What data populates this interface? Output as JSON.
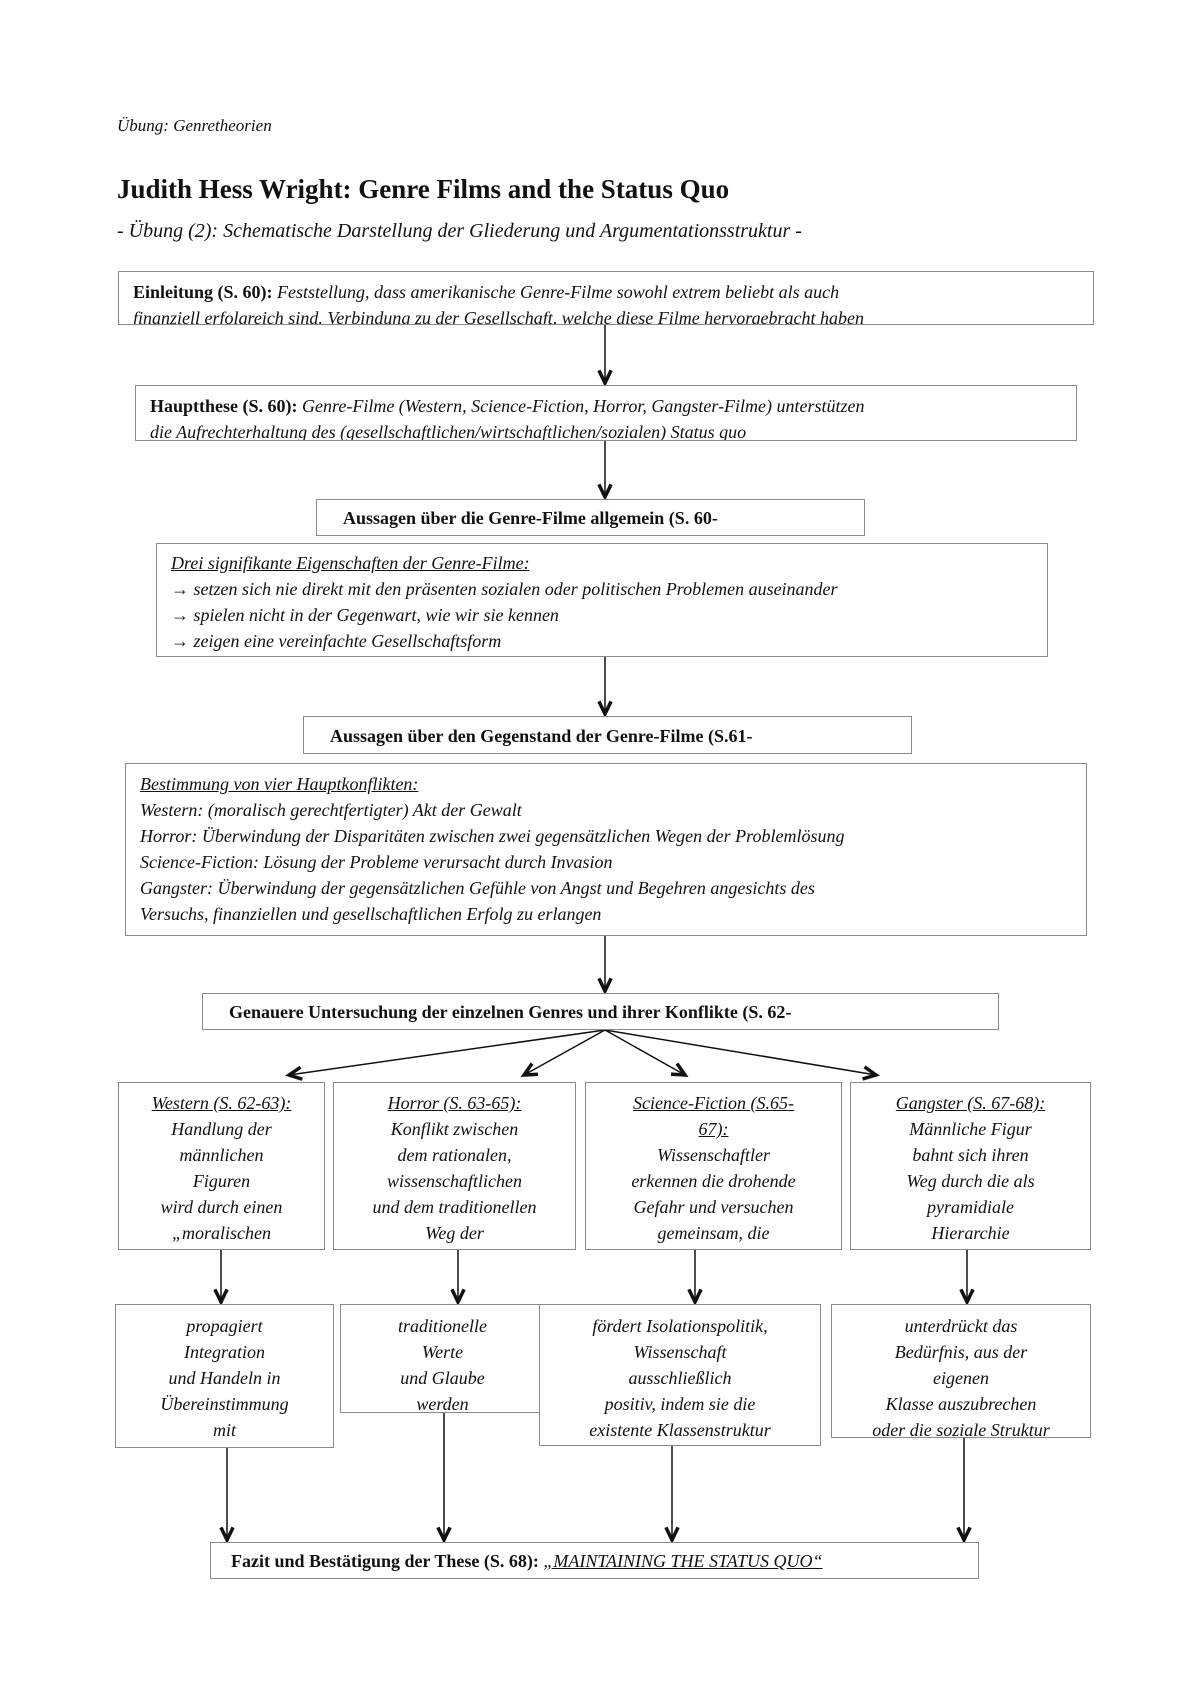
{
  "header": {
    "course": "Übung: Genretheorien",
    "title": "Judith Hess Wright: Genre Films and the Status Quo",
    "subtitle": "- Übung (2): Schematische Darstellung der Gliederung und Argumentationsstruktur -"
  },
  "intro": {
    "label": "Einleitung (S. 60)",
    "lines": [
      "Feststellung, dass amerikanische Genre-Filme sowohl extrem beliebt als auch",
      "finanziell erfolgreich sind. Verbindung zu der Gesellschaft, welche diese Filme hervorgebracht haben"
    ]
  },
  "thesis": {
    "label": "Hauptthese (S. 60)",
    "lines": [
      "Genre-Filme (Western, Science-Fiction, Horror, Gangster-Filme) unterstützen",
      "die Aufrechterhaltung des (gesellschaftlichen/wirtschaftlichen/sozialen) Status quo"
    ]
  },
  "general": {
    "heading": "Aussagen über die Genre-Filme allgemein (S. 60-",
    "list_title": "Drei signifikante Eigenschaften der Genre-Filme:",
    "bullet": "→",
    "items": [
      "setzen sich nie direkt mit den präsenten sozialen oder politischen Problemen auseinander",
      "spielen nicht in der Gegenwart, wie wir sie kennen",
      "zeigen eine vereinfachte Gesellschaftsform"
    ]
  },
  "subject": {
    "heading": "Aussagen über den Gegenstand der Genre-Filme (S.61-",
    "list_title": "Bestimmung von vier Hauptkonflikten:",
    "lines": [
      "Western: (moralisch gerechtfertigter) Akt der Gewalt",
      "Horror: Überwindung der Disparitäten zwischen zwei gegensätzlichen Wegen der Problemlösung",
      "Science-Fiction: Lösung der Probleme verursacht durch Invasion",
      "Gangster: Überwindung der gegensätzlichen Gefühle von Angst und Begehren angesichts des",
      "Versuchs, finanziellen und gesellschaftlichen Erfolg zu erlangen"
    ]
  },
  "detail": {
    "heading": "Genauere Untersuchung der einzelnen Genres und ihrer Konflikte (S. 62-"
  },
  "genres": [
    {
      "title": [
        "Western (S. 62-63):"
      ],
      "lines": [
        "Handlung der",
        "männlichen",
        "Figuren",
        "wird durch einen",
        "„moralischen"
      ],
      "result": [
        "propagiert",
        "Integration",
        "und Handeln in",
        "Übereinstimmung",
        "mit"
      ]
    },
    {
      "title": [
        "Horror (S. 63-65):"
      ],
      "lines": [
        "Konflikt zwischen",
        "dem rationalen,",
        "wissenschaftlichen",
        "und dem traditionellen",
        "Weg der"
      ],
      "result": [
        "traditionelle",
        "Werte",
        "und Glaube",
        "werden"
      ]
    },
    {
      "title": [
        "Science-Fiction (S.65-",
        "67):"
      ],
      "lines": [
        "Wissenschaftler",
        "erkennen die drohende",
        "Gefahr und versuchen",
        "gemeinsam, die"
      ],
      "result": [
        "fördert Isolationspolitik,",
        "Wissenschaft",
        "ausschließlich",
        "positiv, indem sie die",
        "existente Klassenstruktur"
      ]
    },
    {
      "title": [
        "Gangster (S. 67-68):"
      ],
      "lines": [
        "Männliche Figur",
        "bahnt sich ihren",
        "Weg durch die als",
        "pyramidiale",
        "Hierarchie"
      ],
      "result": [
        "unterdrückt das",
        "Bedürfnis, aus der",
        "eigenen",
        "Klasse auszubrechen",
        "oder die soziale Struktur"
      ]
    }
  ],
  "conclusion": {
    "label": "Fazit und Bestätigung der These (S. 68)",
    "quote": "„MAINTAINING THE STATUS QUO“"
  }
}
